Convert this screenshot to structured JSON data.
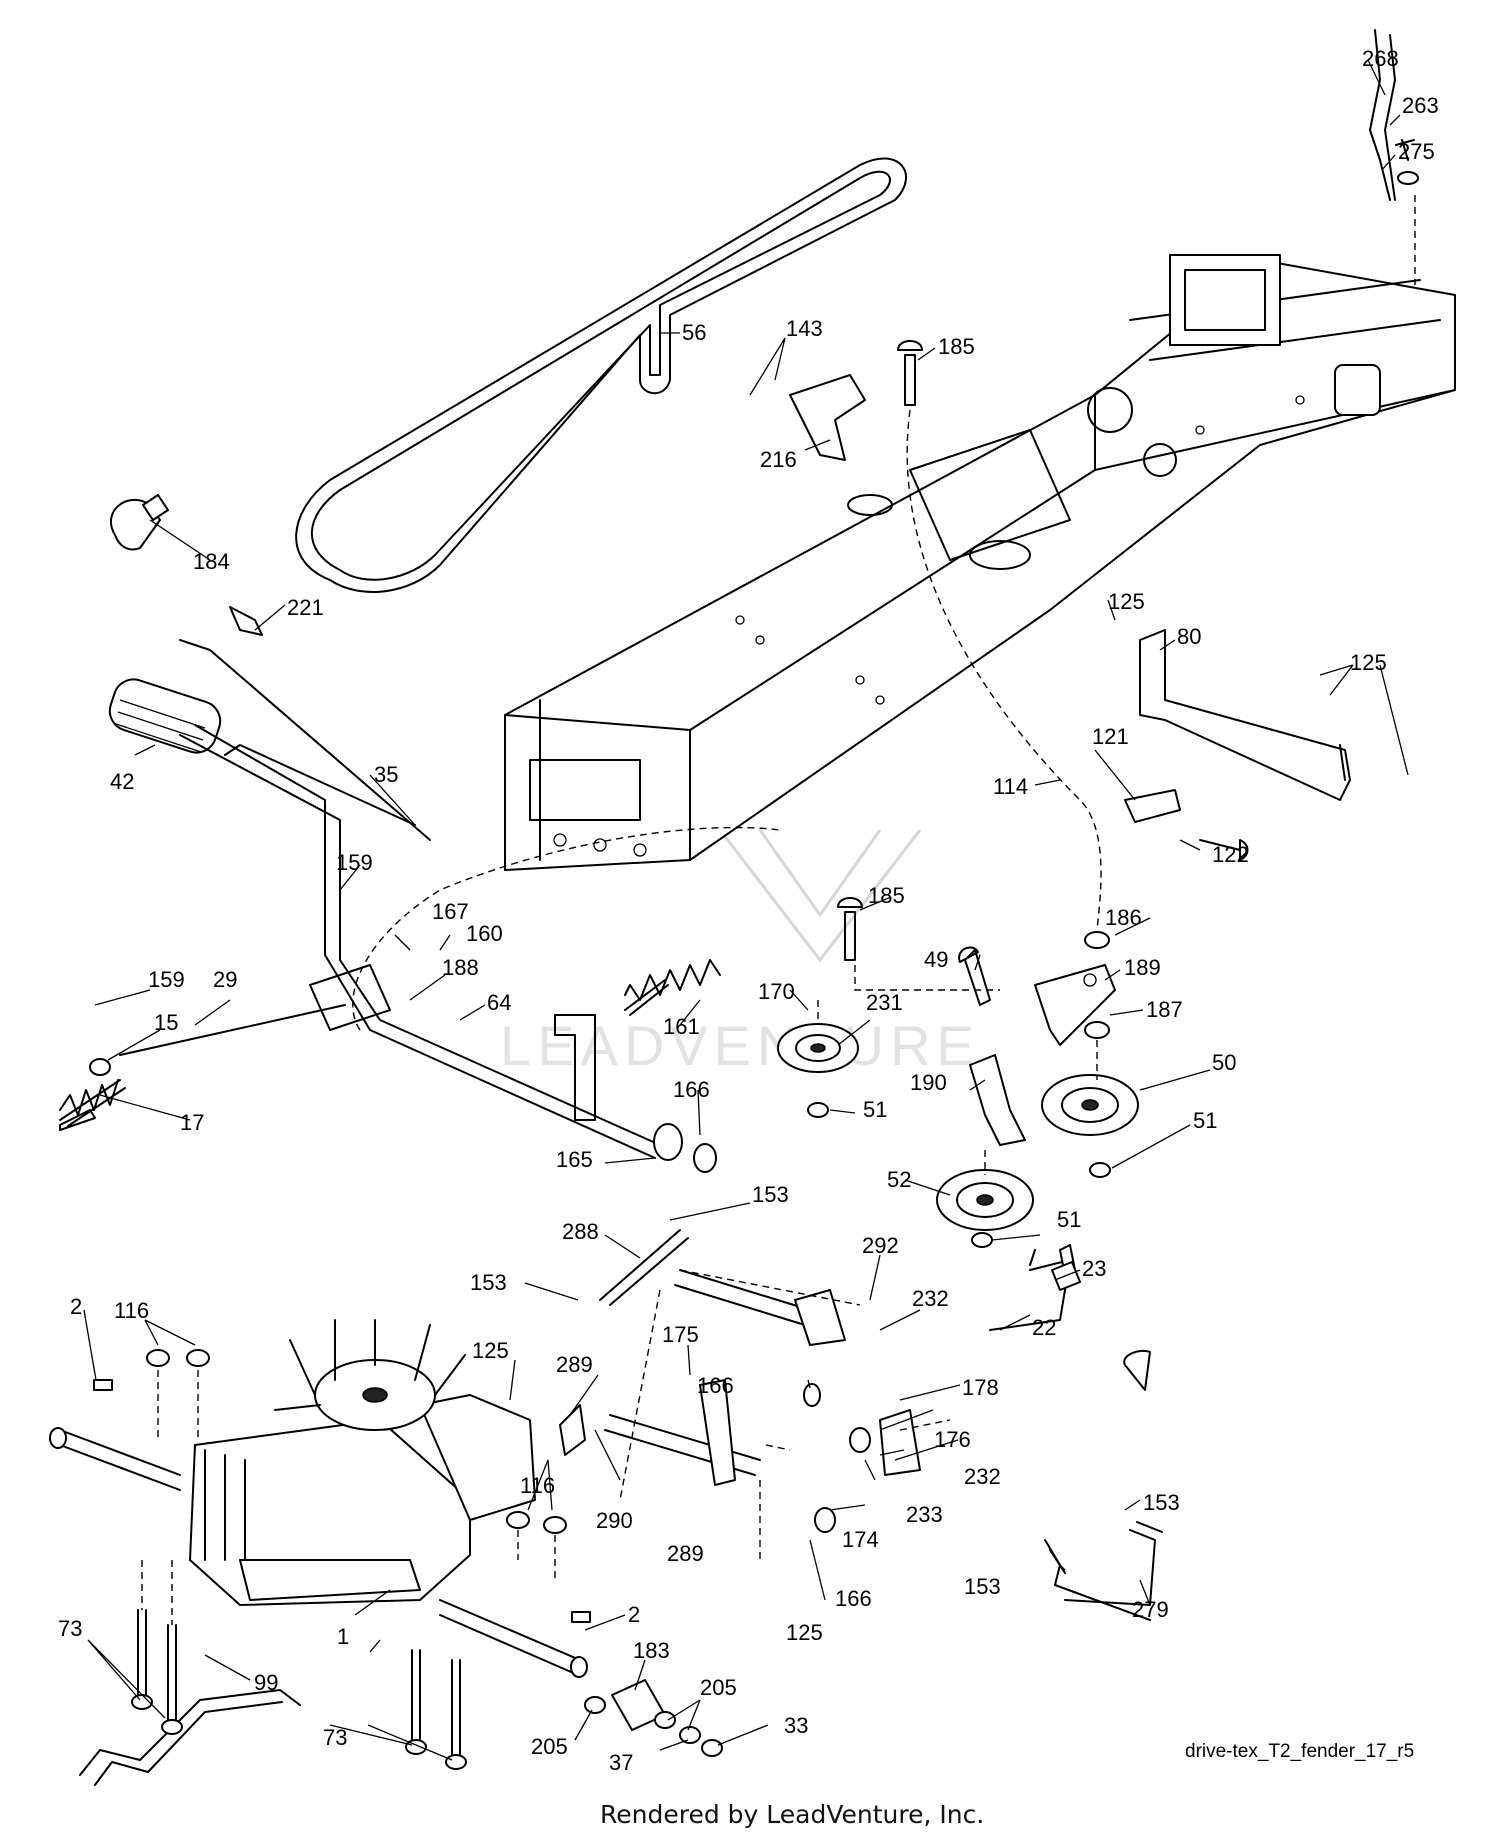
{
  "diagram_code": "drive-tex_T2_fender_17_r5",
  "footer": "Rendered by LeadVenture, Inc.",
  "watermark": "LEADVENTURE",
  "callouts": [
    {
      "id": "c268",
      "text": "268"
    },
    {
      "id": "c263",
      "text": "263"
    },
    {
      "id": "c275",
      "text": "275"
    },
    {
      "id": "c56",
      "text": "56"
    },
    {
      "id": "c143",
      "text": "143"
    },
    {
      "id": "c185a",
      "text": "185"
    },
    {
      "id": "c216",
      "text": "216"
    },
    {
      "id": "c184",
      "text": "184"
    },
    {
      "id": "c221",
      "text": "221"
    },
    {
      "id": "c125a",
      "text": "125"
    },
    {
      "id": "c80",
      "text": "80"
    },
    {
      "id": "c125b",
      "text": "125"
    },
    {
      "id": "c42",
      "text": "42"
    },
    {
      "id": "c35",
      "text": "35"
    },
    {
      "id": "c121",
      "text": "121"
    },
    {
      "id": "c114",
      "text": "114"
    },
    {
      "id": "c122",
      "text": "122"
    },
    {
      "id": "c159a",
      "text": "159"
    },
    {
      "id": "c185b",
      "text": "185"
    },
    {
      "id": "c186",
      "text": "186"
    },
    {
      "id": "c167",
      "text": "167"
    },
    {
      "id": "c160",
      "text": "160"
    },
    {
      "id": "c49",
      "text": "49"
    },
    {
      "id": "c189",
      "text": "189"
    },
    {
      "id": "c159b",
      "text": "159"
    },
    {
      "id": "c29",
      "text": "29"
    },
    {
      "id": "c188",
      "text": "188"
    },
    {
      "id": "c170",
      "text": "170"
    },
    {
      "id": "c231",
      "text": "231"
    },
    {
      "id": "c64",
      "text": "64"
    },
    {
      "id": "c187",
      "text": "187"
    },
    {
      "id": "c15",
      "text": "15"
    },
    {
      "id": "c161",
      "text": "161"
    },
    {
      "id": "c50",
      "text": "50"
    },
    {
      "id": "c190",
      "text": "190"
    },
    {
      "id": "c166a",
      "text": "166"
    },
    {
      "id": "c51a",
      "text": "51"
    },
    {
      "id": "c17",
      "text": "17"
    },
    {
      "id": "c51b",
      "text": "51"
    },
    {
      "id": "c165",
      "text": "165"
    },
    {
      "id": "c52",
      "text": "52"
    },
    {
      "id": "c153a",
      "text": "153"
    },
    {
      "id": "c51c",
      "text": "51"
    },
    {
      "id": "c288",
      "text": "288"
    },
    {
      "id": "c292",
      "text": "292"
    },
    {
      "id": "c23",
      "text": "23"
    },
    {
      "id": "c153b",
      "text": "153"
    },
    {
      "id": "c2a",
      "text": "2"
    },
    {
      "id": "c116a",
      "text": "116"
    },
    {
      "id": "c232a",
      "text": "232"
    },
    {
      "id": "c175",
      "text": "175"
    },
    {
      "id": "c22",
      "text": "22"
    },
    {
      "id": "c125c",
      "text": "125"
    },
    {
      "id": "c289a",
      "text": "289"
    },
    {
      "id": "c166b",
      "text": "166"
    },
    {
      "id": "c178",
      "text": "178"
    },
    {
      "id": "c176",
      "text": "176"
    },
    {
      "id": "c232b",
      "text": "232"
    },
    {
      "id": "c116b",
      "text": "116"
    },
    {
      "id": "c233",
      "text": "233"
    },
    {
      "id": "c290",
      "text": "290"
    },
    {
      "id": "c153c",
      "text": "153"
    },
    {
      "id": "c174",
      "text": "174"
    },
    {
      "id": "c289b",
      "text": "289"
    },
    {
      "id": "c166c",
      "text": "166"
    },
    {
      "id": "c153d",
      "text": "153"
    },
    {
      "id": "c279",
      "text": "279"
    },
    {
      "id": "c73a",
      "text": "73"
    },
    {
      "id": "c125d",
      "text": "125"
    },
    {
      "id": "c2b",
      "text": "2"
    },
    {
      "id": "c1",
      "text": "1"
    },
    {
      "id": "c183",
      "text": "183"
    },
    {
      "id": "c99",
      "text": "99"
    },
    {
      "id": "c205a",
      "text": "205"
    },
    {
      "id": "c205b",
      "text": "205"
    },
    {
      "id": "c33",
      "text": "33"
    },
    {
      "id": "c73b",
      "text": "73"
    },
    {
      "id": "c37",
      "text": "37"
    }
  ]
}
